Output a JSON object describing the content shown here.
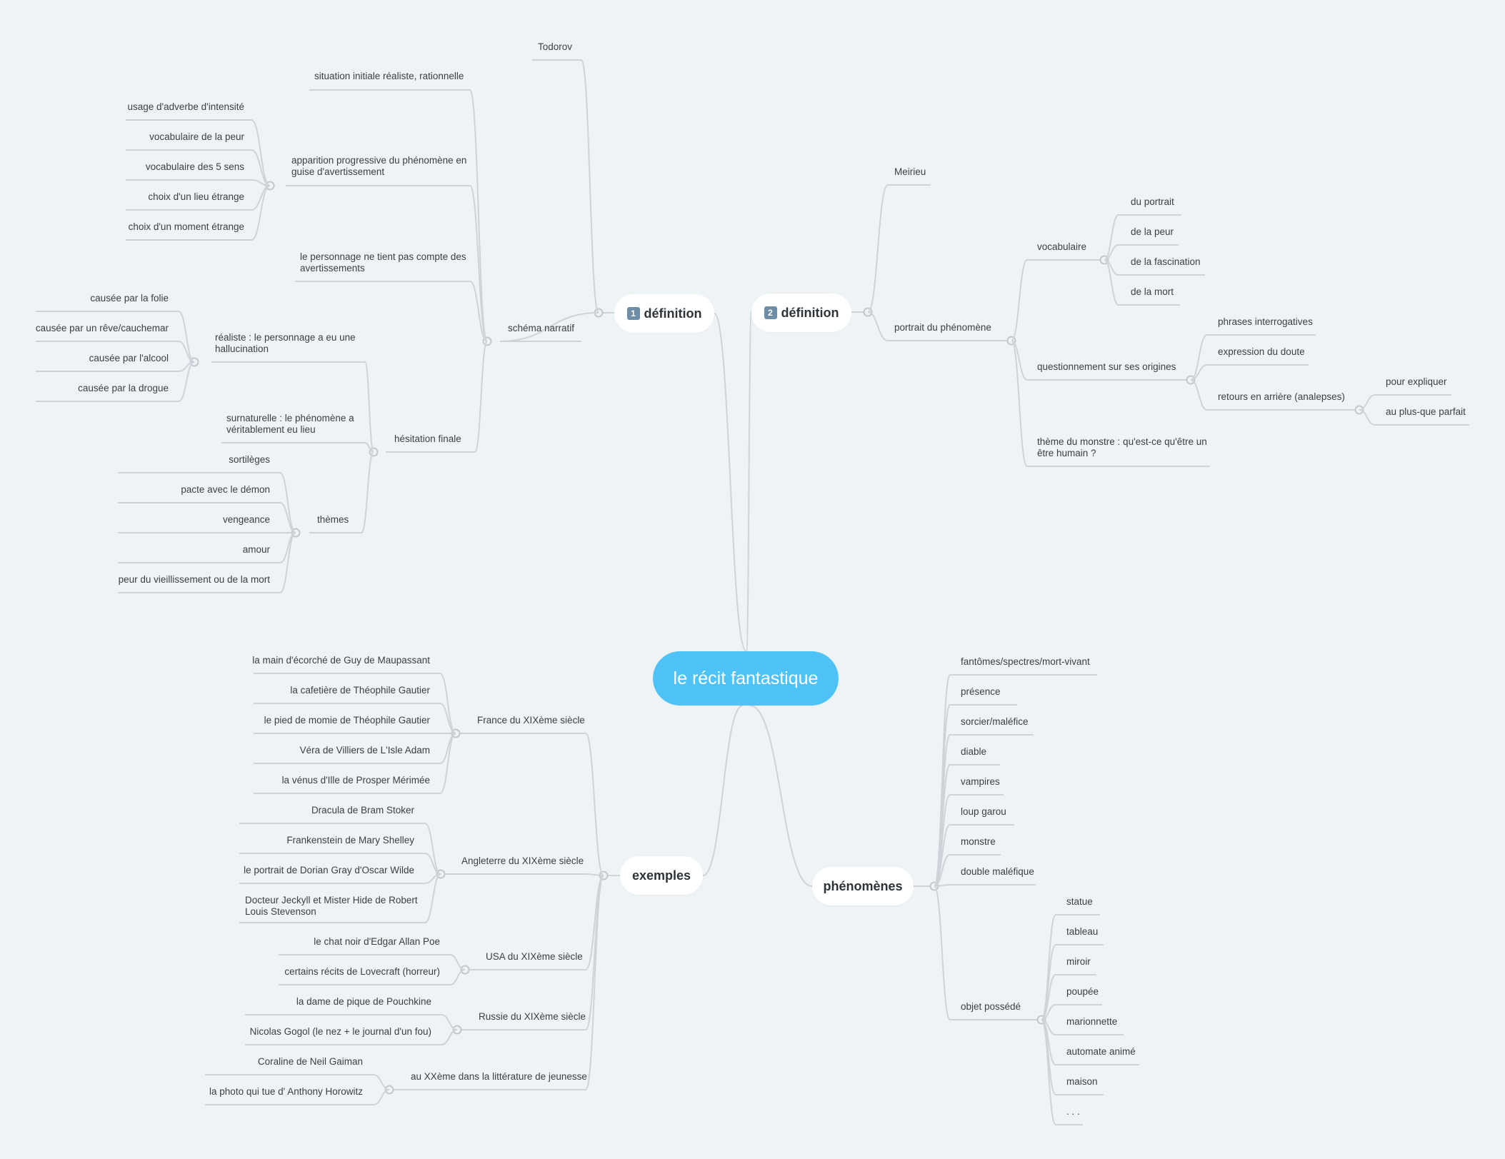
{
  "central_topic": "le récit fantastique",
  "branches": {
    "def1": {
      "badge": "1",
      "label": "définition"
    },
    "def2": {
      "badge": "2",
      "label": "définition"
    },
    "exemples": {
      "label": "exemples"
    },
    "phenomenes": {
      "label": "phénomènes"
    }
  },
  "def1": {
    "todorov": "Todorov",
    "schema": "schéma narratif",
    "situation": "situation initiale réaliste, rationnelle",
    "apparition": "apparition progressive du phénomène en guise d'avertissement",
    "apparition_items": [
      "usage d'adverbe d'intensité",
      "vocabulaire de la peur",
      "vocabulaire des 5 sens",
      "choix d'un lieu étrange",
      "choix d'un moment étrange"
    ],
    "personnage": "le personnage ne tient pas compte des avertissements",
    "hesitation": "hésitation finale",
    "realiste": "réaliste : le personnage a eu une hallucination",
    "realiste_items": [
      "causée par la folie",
      "causée par un rêve/cauchemar",
      "causée par l'alcool",
      "causée par la drogue"
    ],
    "surnaturelle": "surnaturelle : le phénomène a véritablement eu lieu",
    "themes": "thèmes",
    "themes_items": [
      "sortilèges",
      "pacte avec le démon",
      "vengeance",
      "amour",
      "peur du vieillissement ou de la mort"
    ]
  },
  "def2": {
    "meirieu": "Meirieu",
    "portrait": "portrait du phénomène",
    "vocabulaire": "vocabulaire",
    "vocabulaire_items": [
      "du portrait",
      "de la peur",
      "de la fascination",
      "de la mort"
    ],
    "questionnement": "questionnement sur ses origines",
    "phrases": "phrases interrogatives",
    "doute": "expression du doute",
    "retours": "retours en arrière (analepses)",
    "retours_items": [
      "pour expliquer",
      "au plus-que parfait"
    ],
    "theme_monstre": "thème du monstre : qu'est-ce qu'être un être humain ?"
  },
  "exemples": {
    "france": "France du XIXème siècle",
    "france_items": [
      "la main d'écorché de Guy de Maupassant",
      "la cafetière de Théophile Gautier",
      "le pied de momie de Théophile Gautier",
      "Véra de Villiers de L'Isle Adam",
      "la vénus d'Ille de Prosper Mérimée"
    ],
    "angleterre": "Angleterre du XIXème siècle",
    "angleterre_items": [
      "Dracula de Bram Stoker",
      "Frankenstein de Mary Shelley",
      "le portrait de Dorian Gray d'Oscar Wilde",
      "Docteur Jeckyll et Mister Hide de Robert Louis Stevenson"
    ],
    "usa": "USA du XIXème siècle",
    "usa_items": [
      "le chat noir d'Edgar Allan Poe",
      "certains récits de Lovecraft (horreur)"
    ],
    "russie": "Russie du XIXème siècle",
    "russie_items": [
      "la dame de pique de Pouchkine",
      "Nicolas Gogol (le nez + le journal d'un fou)"
    ],
    "xxeme": "au XXème dans la littérature de jeunesse",
    "xxeme_items": [
      "Coraline de Neil Gaiman",
      "la photo qui tue d' Anthony Horowitz"
    ]
  },
  "phenomenes": {
    "items": [
      "fantômes/spectres/mort-vivant",
      "présence",
      "sorcier/maléfice",
      "diable",
      "vampires",
      "loup garou",
      "monstre",
      "double maléfique"
    ],
    "objet": "objet possédé",
    "objet_items": [
      "statue",
      "tableau",
      "miroir",
      "poupée",
      "marionnette",
      "automate animé",
      "maison",
      ". . ."
    ]
  }
}
